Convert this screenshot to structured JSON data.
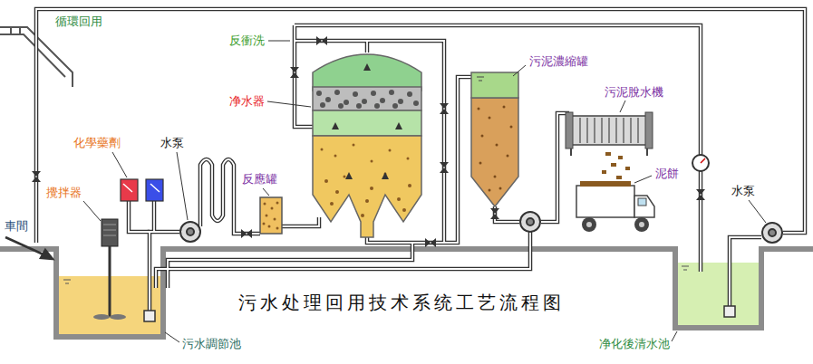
{
  "diagram": {
    "title": "污水处理回用技术系统工艺流程图",
    "labels": [
      "循環回用",
      "反衝洗",
      "污泥濃縮罐",
      "污泥脫水機",
      "净水器",
      "化學藥劑",
      "水泵",
      "反應罐",
      "泥餅",
      "攪拌器",
      "水泵",
      "車間",
      "污水調節池",
      "净化後清水池"
    ]
  }
}
